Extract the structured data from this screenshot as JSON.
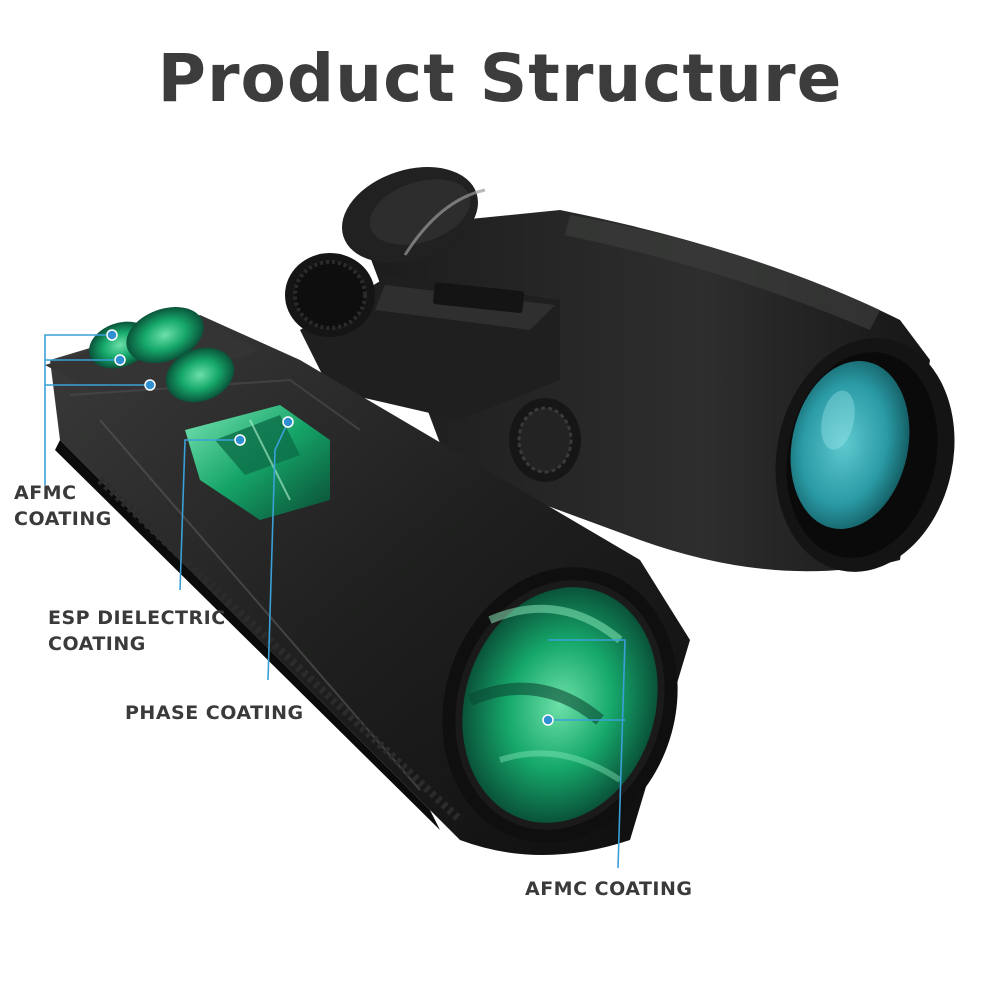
{
  "title": "Product Structure",
  "callouts": [
    {
      "id": "afmc-eyepiece",
      "lines": [
        "AFMC",
        "COATING"
      ]
    },
    {
      "id": "esp-dielectric",
      "lines": [
        "ESP DIELECTRIC",
        "COATING"
      ]
    },
    {
      "id": "phase",
      "lines": [
        "PHASE COATING"
      ]
    },
    {
      "id": "afmc-objective",
      "lines": [
        "AFMC COATING"
      ]
    }
  ],
  "colors": {
    "title": "#3c3c3c",
    "label": "#3a3a3a",
    "leader_line": "#3aa0d8",
    "leader_dot": "#2f8fd0",
    "lens_green": "#17b377",
    "lens_teal": "#2aa7b0",
    "body": "#1c1d1c"
  }
}
